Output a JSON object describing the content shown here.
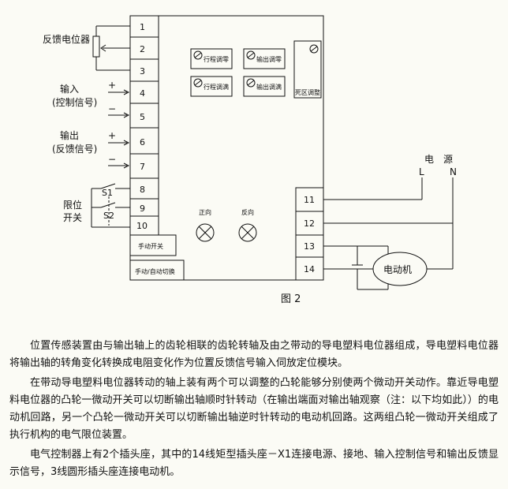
{
  "figure": {
    "caption": "图 2",
    "left_labels": {
      "feedback_pot": "反馈电位器",
      "input": "输入",
      "input_sub": "(控制信号)",
      "output": "输出",
      "output_sub": "(反馈信号)",
      "limit": "限位",
      "switch": "开关",
      "s1": "S1",
      "s2": "S2",
      "plus": "+",
      "minus": "−"
    },
    "terminals": [
      "1",
      "2",
      "3",
      "4",
      "5",
      "6",
      "7",
      "8",
      "9",
      "10"
    ],
    "right_terminals": [
      "11",
      "12",
      "13",
      "14"
    ],
    "buttons": {
      "manual_switch": "手动开关",
      "manual_auto": "手动/自动切换"
    },
    "pots": {
      "travel_zero": "行程调零",
      "output_zero": "输出调零",
      "travel_full": "行程调满",
      "output_full": "输出调满",
      "deadband": "死区调整"
    },
    "lamps": {
      "forward": "正向",
      "reverse": "反向"
    },
    "power": {
      "title": "电　源",
      "l": "L",
      "n": "N"
    },
    "motor": "电动机"
  },
  "text": {
    "p1": "位置传感装置由与输出轴上的齿轮相联的齿轮转轴及由之带动的导电塑料电位器组成，导电塑料电位器将输出轴的转角变化转换成电阻变化作为位置反馈信号输入伺放定位模块。",
    "p2": "在带动导电塑料电位器转动的轴上装有两个可以调整的凸轮能够分别使两个微动开关动作。靠近导电塑料电位器的凸轮一微动开关可以切断输出轴顺时针转动（在输出端面对输出轴观察（注：以下均如此））的电动机回路，另一个凸轮一微动开关可以切断输出轴逆时针转动的电动机回路。这两组凸轮一微动开关组成了执行机构的电气限位装置。",
    "p3": "电气控制器上有2个插头座，其中的14线矩型插头座－X1连接电源、接地、输入控制信号和输出反馈显示信号，3线圆形插头座连接电动机。"
  }
}
